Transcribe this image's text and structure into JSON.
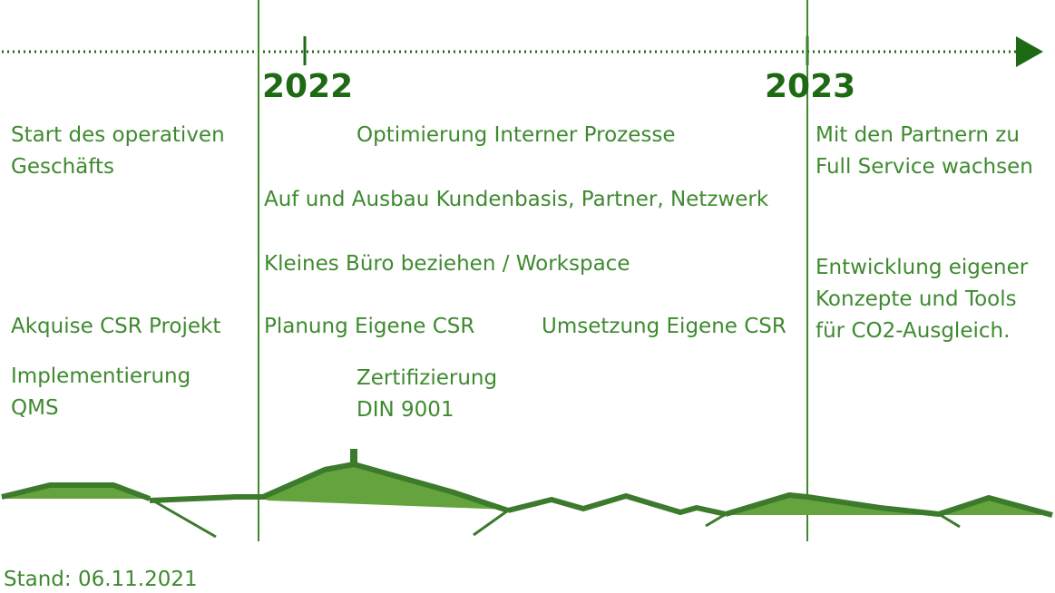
{
  "years": {
    "y2022": "2022",
    "y2023": "2023"
  },
  "left": {
    "start": "Start des operativen\nGeschäfts",
    "akquise": "Akquise CSR Projekt",
    "qms": "Implementierung\nQMS"
  },
  "middle": {
    "prozesse": "Optimierung Interner Prozesse",
    "kundenbasis": "Auf und Ausbau Kundenbasis, Partner, Netzwerk",
    "buero": "Kleines Büro beziehen / Workspace",
    "planung": "Planung Eigene CSR",
    "umsetzung": "Umsetzung Eigene CSR",
    "zertifizierung": "Zertifizierung\nDIN 9001"
  },
  "right": {
    "partner": "Mit den Partnern zu\nFull Service wachsen",
    "entwicklung": "Entwicklung eigener\nKonzepte und Tools\nfür CO2-Ausgleich."
  },
  "footer": {
    "stand": "Stand: 06.11.2021"
  },
  "colors": {
    "text": "#3e8a2f",
    "year": "#1e6a14",
    "line": "#2e7d22",
    "hill_fill": "#64a33e",
    "hill_stroke": "#3c7a2c"
  }
}
